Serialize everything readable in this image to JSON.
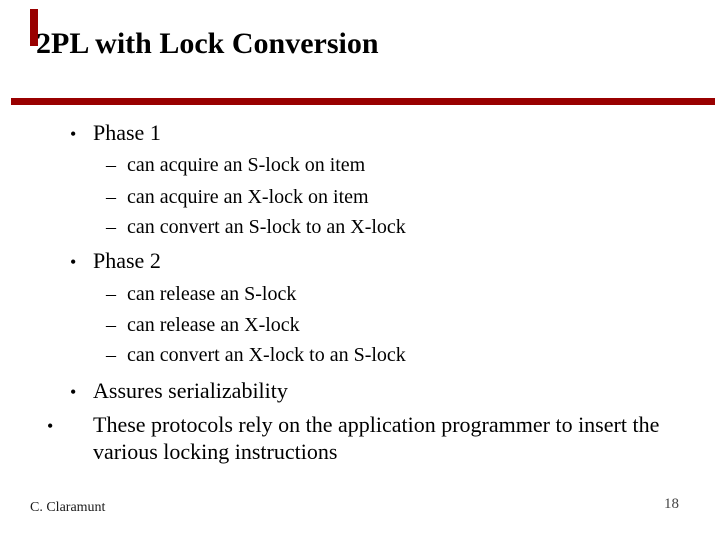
{
  "slide": {
    "title": "2PL with Lock Conversion",
    "accent_color": "#990000",
    "bullets": [
      {
        "level": 1,
        "marker": "•",
        "text": "Phase 1"
      },
      {
        "level": 2,
        "marker": "–",
        "text": "can acquire an S-lock on item"
      },
      {
        "level": 2,
        "marker": "–",
        "text": "can acquire an X-lock on item"
      },
      {
        "level": 2,
        "marker": "–",
        "text": "can convert an S-lock to an X-lock"
      },
      {
        "level": 1,
        "marker": "•",
        "text": "Phase 2"
      },
      {
        "level": 2,
        "marker": "–",
        "text": "can release an S-lock"
      },
      {
        "level": 2,
        "marker": "–",
        "text": "can release an X-lock"
      },
      {
        "level": 2,
        "marker": "–",
        "text": "can convert an X-lock to an S-lock"
      },
      {
        "level": 1,
        "marker": "•",
        "text": "Assures serializability"
      },
      {
        "level": 1,
        "marker": "•",
        "text": "These protocols rely on the application programmer to insert the various locking instructions"
      }
    ],
    "footer": {
      "author": "C. Claramunt",
      "page_number": "18"
    }
  }
}
